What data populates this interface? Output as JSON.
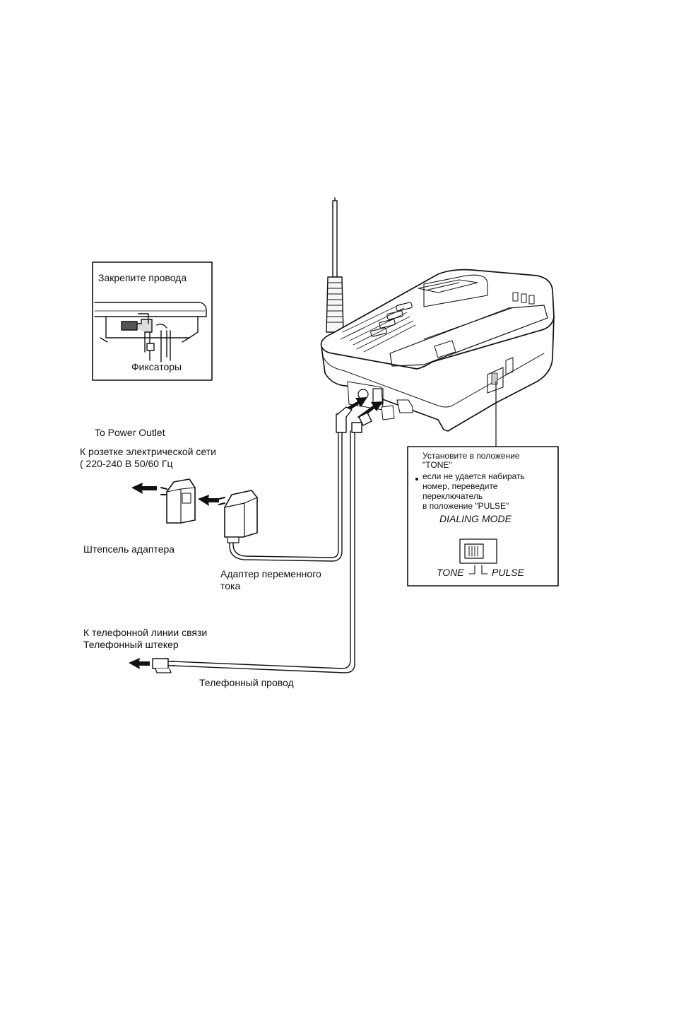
{
  "inset": {
    "title": "Закрепите провода",
    "caption": "Фиксаторы"
  },
  "power": {
    "label_en": "To Power Outlet",
    "label_ru_1": "К розетке электрической сети",
    "label_ru_2": "( 220-240 В 50/60 Гц"
  },
  "plug_label": "Штепсель адаптера",
  "adapter_label_1": "Адаптер переменного",
  "adapter_label_2": "тока",
  "line": {
    "label_1": "К телефонной линии связи",
    "label_2": "Телефонный штекер",
    "cord_label": "Телефонный провод"
  },
  "dialing_box": {
    "line_1": "Установите в положение",
    "line_2": "\"TONE\"",
    "line_3": "если не удается набирать",
    "line_4": "номер, переведите",
    "line_5": "переключатель",
    "line_6": "в положение \"PULSE\"",
    "mode_title": "DIALING  MODE",
    "tone_label": "TONE",
    "pulse_label": "PULSE"
  }
}
